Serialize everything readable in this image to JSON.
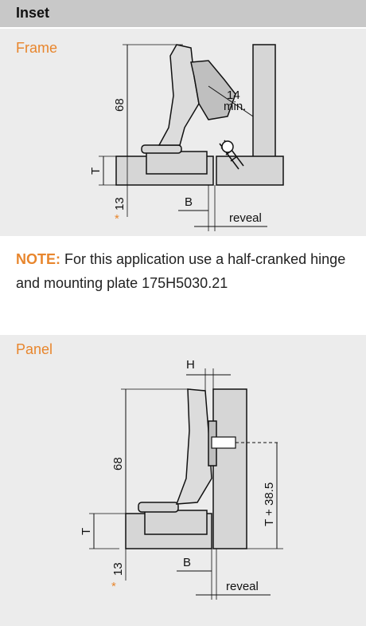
{
  "header": {
    "title": "Inset"
  },
  "frame": {
    "label": "Frame",
    "dim_68": "68",
    "dim_14": "14",
    "dim_min": "min.",
    "dim_T": "T",
    "dim_13": "13",
    "star": "*",
    "dim_B": "B",
    "reveal": "reveal"
  },
  "note": {
    "prefix": "NOTE:",
    "text": " For this application use a half-cranked hinge and mounting plate 175H5030.21"
  },
  "panel": {
    "label": "Panel",
    "dim_H": "H",
    "dim_68": "68",
    "dim_T": "T",
    "dim_T385": "T + 38.5",
    "dim_13": "13",
    "star": "*",
    "dim_B": "B",
    "reveal": "reveal"
  },
  "colors": {
    "accent": "#e8862d",
    "panel_bg": "#ececec",
    "header_bg": "#c8c8c8",
    "part_fill": "#d6d6d6"
  }
}
